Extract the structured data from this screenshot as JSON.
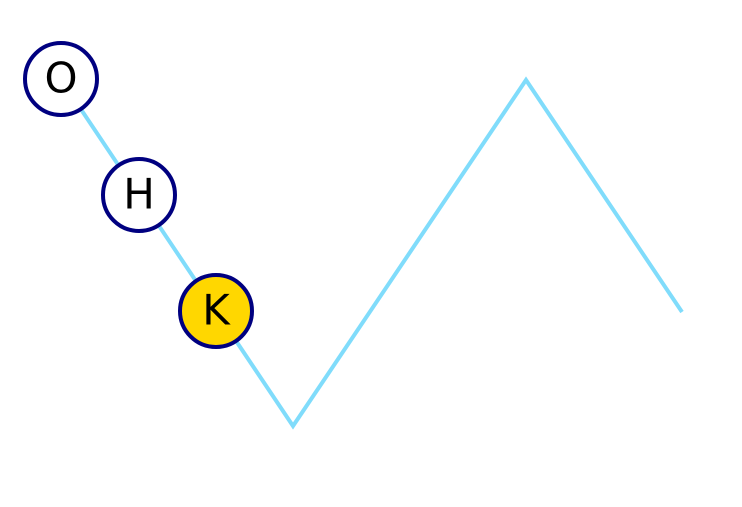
{
  "colors": {
    "background": "#ffffff",
    "path_stroke": "#80dcfb",
    "node_stroke": "#000080",
    "node_fill_default": "#ffffff",
    "node_fill_highlight": "#ffd700",
    "label_color": "#000000"
  },
  "nodes": [
    {
      "label": "O",
      "highlighted": false
    },
    {
      "label": "H",
      "highlighted": false
    },
    {
      "label": "K",
      "highlighted": true
    }
  ]
}
